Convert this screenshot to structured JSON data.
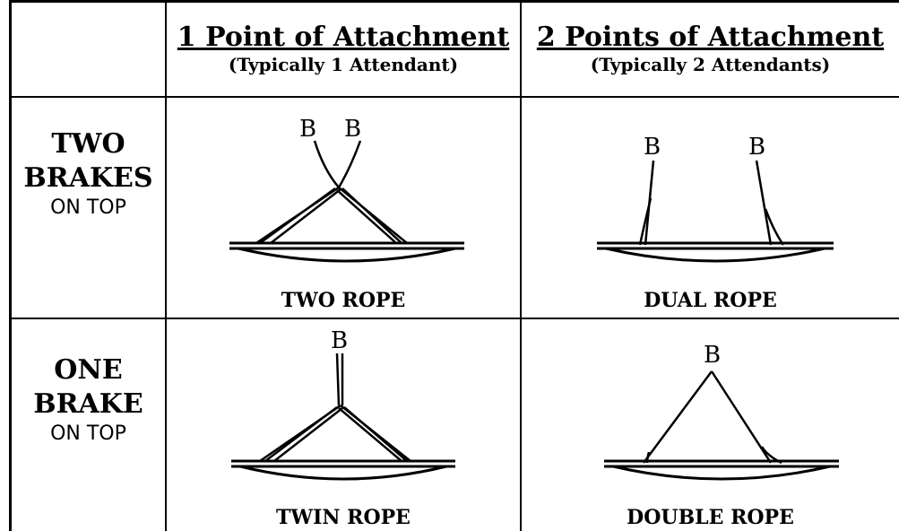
{
  "header": {
    "col1_title": "1 Point of Attachment",
    "col1_subtitle": "(Typically 1 Attendant)",
    "col2_title": "2 Points of Attachment",
    "col2_subtitle": "(Typically 2 Attendants)"
  },
  "rows": [
    {
      "label_line1": "TWO",
      "label_line2": "BRAKES",
      "label_line3": "ON TOP",
      "cells": [
        {
          "brake_labels": [
            "B",
            "B"
          ],
          "caption": "TWO ROPE"
        },
        {
          "brake_labels": [
            "B",
            "B"
          ],
          "caption": "DUAL ROPE"
        }
      ]
    },
    {
      "label_line1": "ONE",
      "label_line2": "BRAKE",
      "label_line3": "ON TOP",
      "cells": [
        {
          "brake_labels": [
            "B"
          ],
          "caption": "TWIN ROPE"
        },
        {
          "brake_labels": [
            "B"
          ],
          "caption": "DOUBLE ROPE"
        }
      ]
    }
  ]
}
